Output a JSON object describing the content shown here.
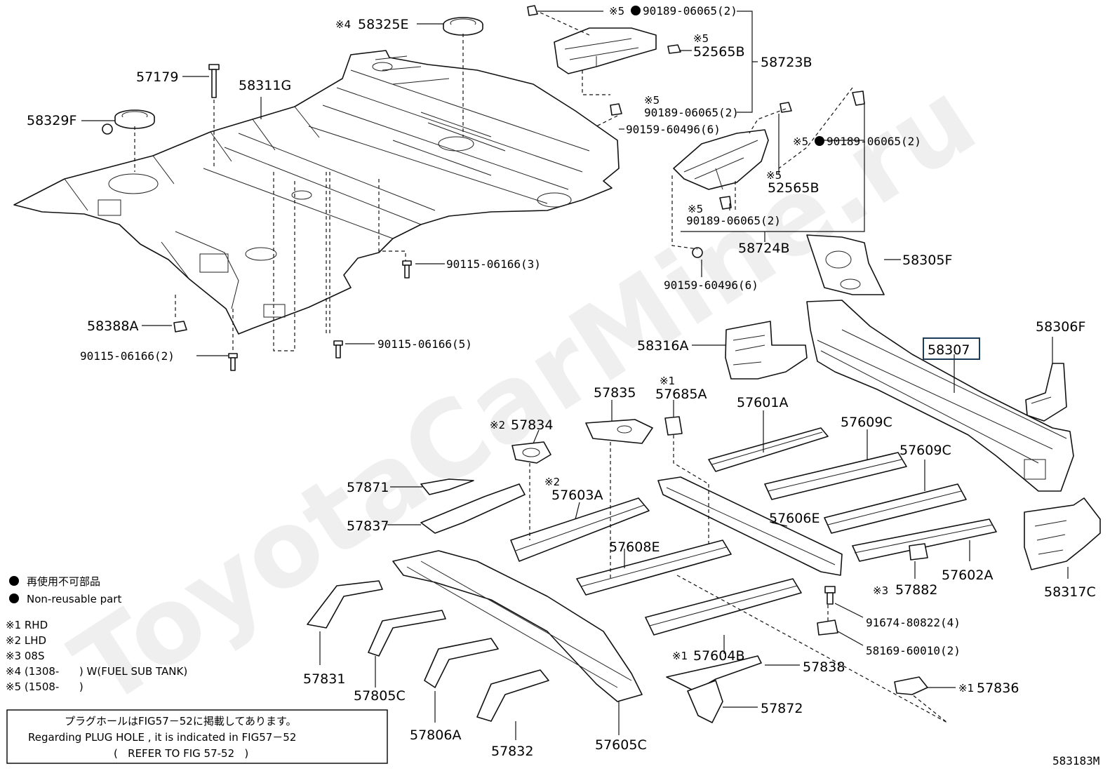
{
  "watermark": "ToyotaCarMine.ru",
  "diagram_code": "583183M",
  "parts": {
    "p58325E": "58325E",
    "p58325E_mark": "※4",
    "p57179": "57179",
    "p58311G": "58311G",
    "p58329F": "58329F",
    "p90115_3": "90115-06166(3)",
    "p58388A": "58388A",
    "p90115_5": "90115-06166(5)",
    "p90115_2": "90115-06166(2)",
    "p90189_top": "90189-06065(2)",
    "p90189_top_mark": "※5",
    "p52565B_top": "52565B",
    "p52565B_top_mark": "※5",
    "p58723B": "58723B",
    "p90189_mid": "90189-06065(2)",
    "p90189_mid_mark": "※5",
    "p90159_a": "90159-60496(6)",
    "p90189_right": "90189-06065(2)",
    "p90189_right_mark": "※5",
    "p52565B_mid": "52565B",
    "p52565B_mid_mark": "※5",
    "p90189_low": "90189-06065(2)",
    "p90189_low_mark": "※5",
    "p58724B": "58724B",
    "p58305F": "58305F",
    "p90159_b": "90159-60496(6)",
    "p58306F": "58306F",
    "p58307": "58307",
    "p58316A": "58316A",
    "p57685A": "57685A",
    "p57685A_mark": "※1",
    "p57835": "57835",
    "p57834": "57834",
    "p57834_mark": "※2",
    "p57601A": "57601A",
    "p57609C_a": "57609C",
    "p57609C_b": "57609C",
    "p57871": "57871",
    "p57603A": "57603A",
    "p57603A_mark": "※2",
    "p57837": "57837",
    "p57606E": "57606E",
    "p57608E": "57608E",
    "p57602A": "57602A",
    "p57882": "57882",
    "p57882_mark": "※3",
    "p58317C": "58317C",
    "p91674": "91674-80822(4)",
    "p58169": "58169-60010(2)",
    "p57604B": "57604B",
    "p57604B_mark": "※1",
    "p57831": "57831",
    "p57805C": "57805C",
    "p57838": "57838",
    "p57836": "57836",
    "p57836_mark": "※1",
    "p57872": "57872",
    "p57806A": "57806A",
    "p57832": "57832",
    "p57605C": "57605C"
  },
  "legend": {
    "nonreusable_jp": "再使用不可部品",
    "nonreusable_en": "Non-reusable part",
    "n1": "※1 RHD",
    "n2": "※2 LHD",
    "n3": "※3 08S",
    "n4": "※4 (1308-      ) W(FUEL SUB TANK)",
    "n5": "※5 (1508-      )"
  },
  "note_box": {
    "line1": "プラグホールはFIG57－52に掲載してあります。",
    "line2": "Regarding PLUG HOLE , it is indicated in FIG57－52",
    "line3": "(   REFER TO FIG 57-52   )"
  }
}
